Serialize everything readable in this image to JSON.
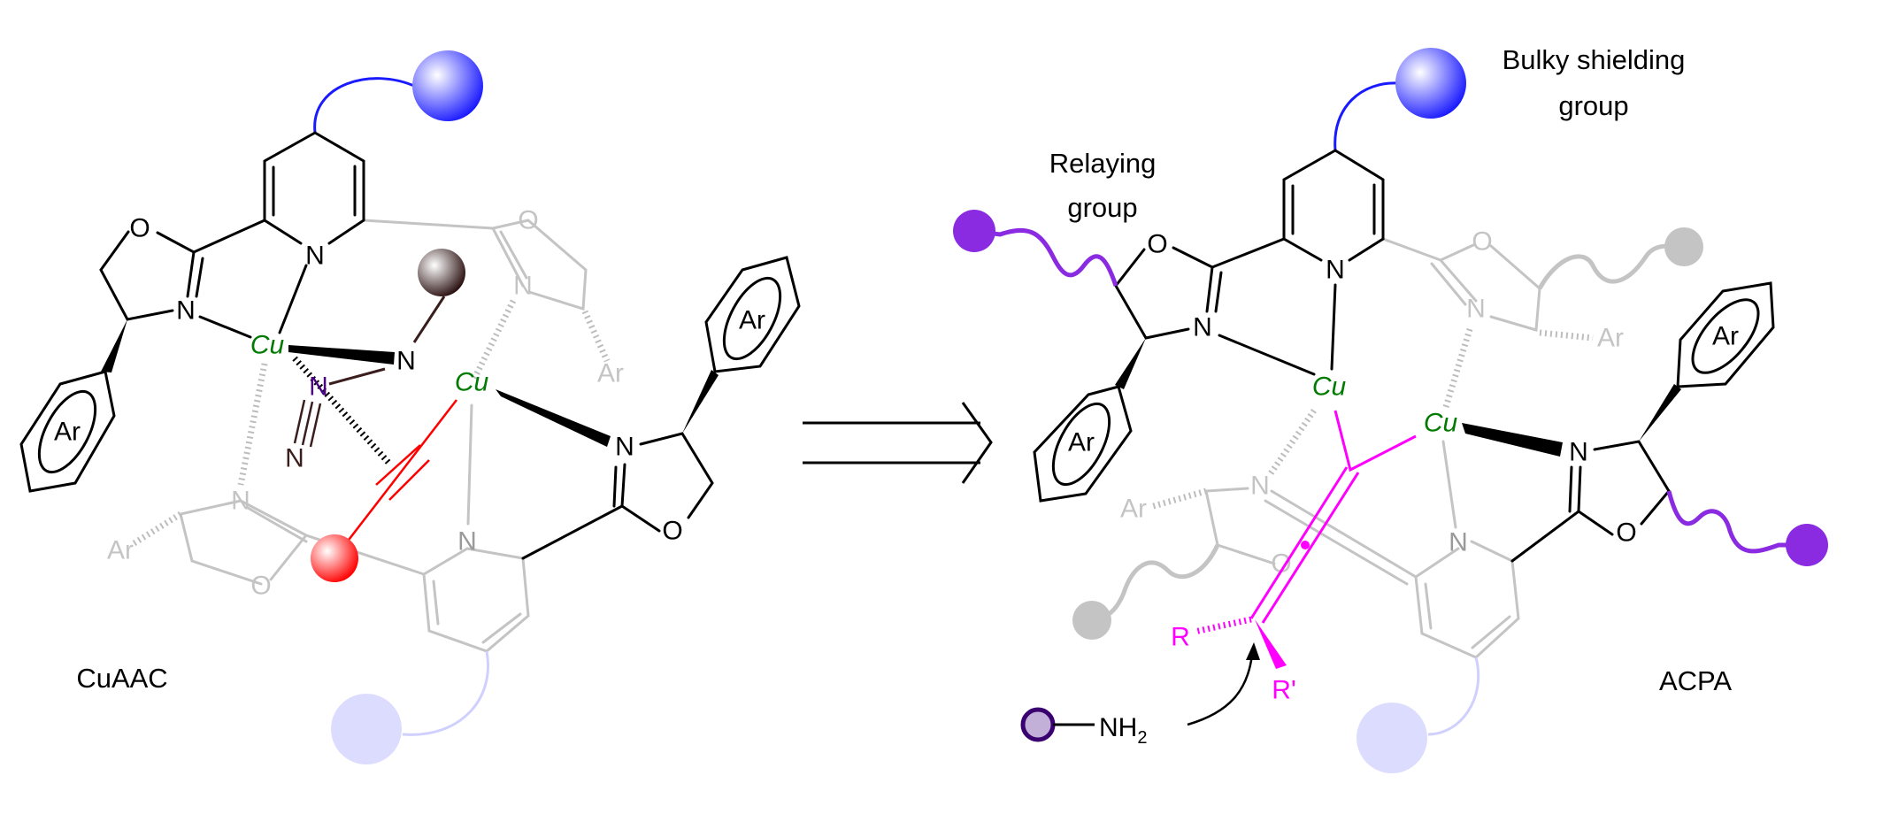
{
  "labels": {
    "left_title": "CuAAC",
    "right_title": "ACPA",
    "bulky_line1": "Bulky shielding",
    "bulky_line2": "group",
    "relaying_line1": "Relaying",
    "relaying_line2": "group"
  },
  "atoms": {
    "N": "N",
    "O": "O",
    "Cu": "Cu",
    "Ar": "Ar",
    "R": "R",
    "R_prime": "R'",
    "NH": "NH",
    "sub2": "2"
  },
  "colors": {
    "copper": "#007a00",
    "shielding": "#1a1aff",
    "alkyne": "#ff0000",
    "azide_ball": "#3a1e1e",
    "azide_n": "#4b0082",
    "relaying": "#8a2be2",
    "allene": "#ff00ff",
    "faded": "#c4c4c4"
  }
}
